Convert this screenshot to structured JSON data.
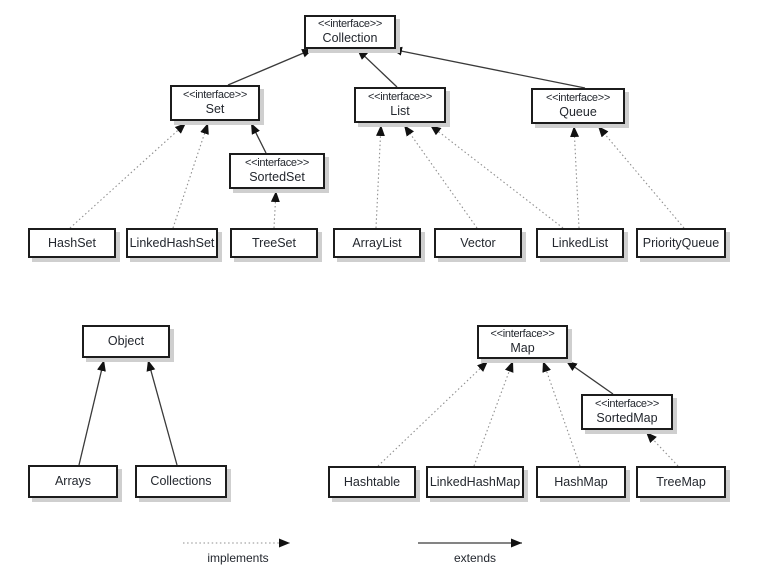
{
  "diagram": {
    "kind": "uml-class-diagram",
    "subject": "Java Collections Framework hierarchy"
  },
  "colors": {
    "box_border": "#1c1c1c",
    "box_fill": "#ffffff",
    "box_shadow": "#cfcfcf",
    "text": "#23272e",
    "solid_edge": "#3a3a3a",
    "dotted_edge": "#8f8f8f",
    "arrowhead": "#111111"
  },
  "nodes": {
    "collection": {
      "stereotype": "<<interface>>",
      "name": "Collection"
    },
    "set": {
      "stereotype": "<<interface>>",
      "name": "Set"
    },
    "list": {
      "stereotype": "<<interface>>",
      "name": "List"
    },
    "queue": {
      "stereotype": "<<interface>>",
      "name": "Queue"
    },
    "sortedset": {
      "stereotype": "<<interface>>",
      "name": "SortedSet"
    },
    "map": {
      "stereotype": "<<interface>>",
      "name": "Map"
    },
    "sortedmap": {
      "stereotype": "<<interface>>",
      "name": "SortedMap"
    },
    "hashset": {
      "name": "HashSet"
    },
    "linkedhashset": {
      "name": "LinkedHashSet"
    },
    "treeset": {
      "name": "TreeSet"
    },
    "arraylist": {
      "name": "ArrayList"
    },
    "vector": {
      "name": "Vector"
    },
    "linkedlist": {
      "name": "LinkedList"
    },
    "priorityqueue": {
      "name": "PriorityQueue"
    },
    "object": {
      "name": "Object"
    },
    "arrays": {
      "name": "Arrays"
    },
    "collections": {
      "name": "Collections"
    },
    "hashtable": {
      "name": "Hashtable"
    },
    "linkedhashmap": {
      "name": "LinkedHashMap"
    },
    "hashmap": {
      "name": "HashMap"
    },
    "treemap": {
      "name": "TreeMap"
    }
  },
  "edges": [
    {
      "from": "set",
      "to": "collection",
      "relation": "extends"
    },
    {
      "from": "list",
      "to": "collection",
      "relation": "extends"
    },
    {
      "from": "queue",
      "to": "collection",
      "relation": "extends"
    },
    {
      "from": "sortedset",
      "to": "set",
      "relation": "extends"
    },
    {
      "from": "hashset",
      "to": "set",
      "relation": "implements"
    },
    {
      "from": "linkedhashset",
      "to": "set",
      "relation": "implements"
    },
    {
      "from": "treeset",
      "to": "sortedset",
      "relation": "implements"
    },
    {
      "from": "arraylist",
      "to": "list",
      "relation": "implements"
    },
    {
      "from": "vector",
      "to": "list",
      "relation": "implements"
    },
    {
      "from": "linkedlist",
      "to": "list",
      "relation": "implements"
    },
    {
      "from": "linkedlist",
      "to": "queue",
      "relation": "implements"
    },
    {
      "from": "priorityqueue",
      "to": "queue",
      "relation": "implements"
    },
    {
      "from": "arrays",
      "to": "object",
      "relation": "extends"
    },
    {
      "from": "collections",
      "to": "object",
      "relation": "extends"
    },
    {
      "from": "hashtable",
      "to": "map",
      "relation": "implements"
    },
    {
      "from": "linkedhashmap",
      "to": "map",
      "relation": "implements"
    },
    {
      "from": "hashmap",
      "to": "map",
      "relation": "implements"
    },
    {
      "from": "sortedmap",
      "to": "map",
      "relation": "extends"
    },
    {
      "from": "treemap",
      "to": "sortedmap",
      "relation": "implements"
    }
  ],
  "legend": {
    "implements_label": "implements",
    "extends_label": "extends"
  }
}
